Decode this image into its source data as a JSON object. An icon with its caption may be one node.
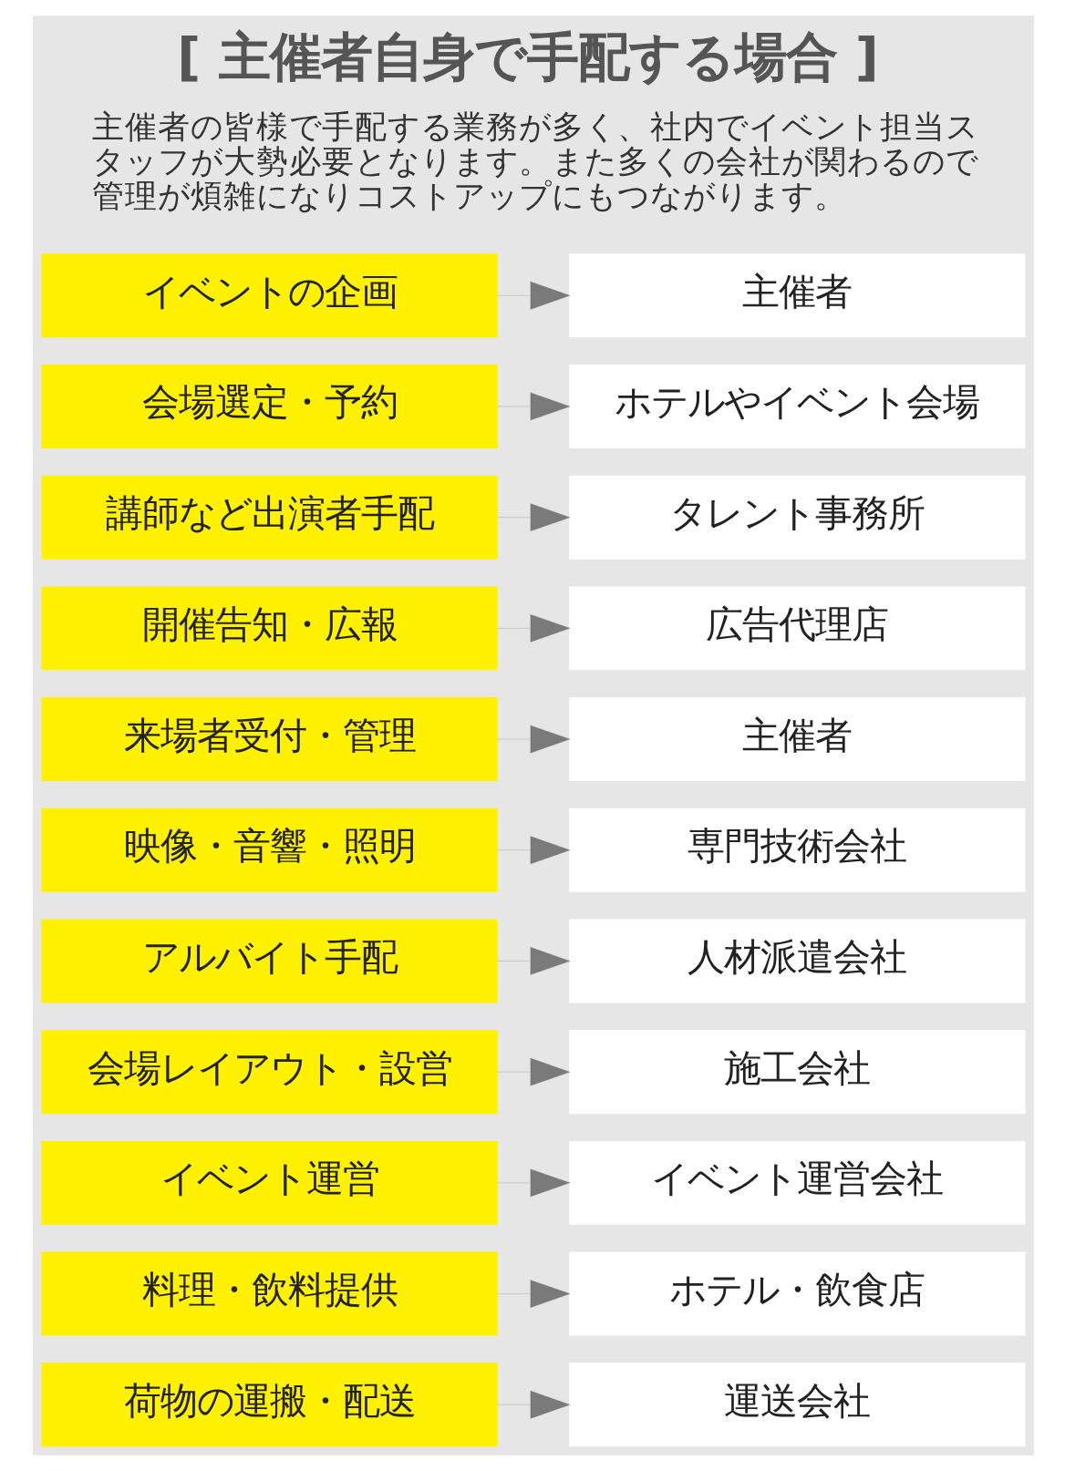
{
  "diagram": {
    "title": "[ 主催者自身で手配する場合 ]",
    "nodes": [
      {
        "text": [
          "イベントの企画"
        ]
      },
      {
        "text": [
          "主催者"
        ]
      },
      {
        "text": [
          "会場選定・予約"
        ]
      },
      {
        "text": [
          "ホテルやイベント会場"
        ]
      },
      {
        "text": [
          "講師など出演者手配"
        ]
      },
      {
        "text": [
          "タレント事務所"
        ]
      },
      {
        "text": [
          "開催告知・広報"
        ]
      },
      {
        "text": [
          "広告代理店"
        ]
      },
      {
        "text": [
          "来場者受付・管理"
        ]
      },
      {
        "text": [
          "主催者"
        ]
      },
      {
        "text": [
          "映像・音響・照明"
        ]
      },
      {
        "text": [
          "専門技術会社"
        ]
      },
      {
        "text": [
          "アルバイト手配"
        ]
      },
      {
        "text": [
          "人材派遣会社"
        ]
      },
      {
        "text": [
          "会場レイアウト・設営"
        ]
      },
      {
        "text": [
          "施工会社"
        ]
      },
      {
        "text": [
          "イベント運営"
        ]
      },
      {
        "text": [
          "イベント運営会社"
        ]
      },
      {
        "text": [
          "料理・飲料提供"
        ]
      },
      {
        "text": [
          "ホテル・飲食店"
        ]
      },
      {
        "text": [
          "荷物の運搬・配送"
        ]
      },
      {
        "text": [
          "運送会社"
        ]
      }
    ],
    "edges": [
      {
        "from": 0,
        "to": 1,
        "arrow": "to"
      },
      {
        "from": 2,
        "to": 3,
        "arrow": "to"
      },
      {
        "from": 4,
        "to": 5,
        "arrow": "to"
      },
      {
        "from": 6,
        "to": 7,
        "arrow": "to"
      },
      {
        "from": 8,
        "to": 9,
        "arrow": "to"
      },
      {
        "from": 10,
        "to": 11,
        "arrow": "to"
      },
      {
        "from": 12,
        "to": 13,
        "arrow": "to"
      },
      {
        "from": 14,
        "to": 15,
        "arrow": "to"
      },
      {
        "from": 16,
        "to": 17,
        "arrow": "to"
      },
      {
        "from": 18,
        "to": 19,
        "arrow": "to"
      },
      {
        "from": 20,
        "to": 21,
        "arrow": "to"
      }
    ],
    "labels": [
      "主催者の皆様で手配する業務が多く、社内でイベント担当スタッフが大勢必要となります。また多くの会社が関わるので管理が煩雑になりコストアップにもつながります。"
    ]
  }
}
